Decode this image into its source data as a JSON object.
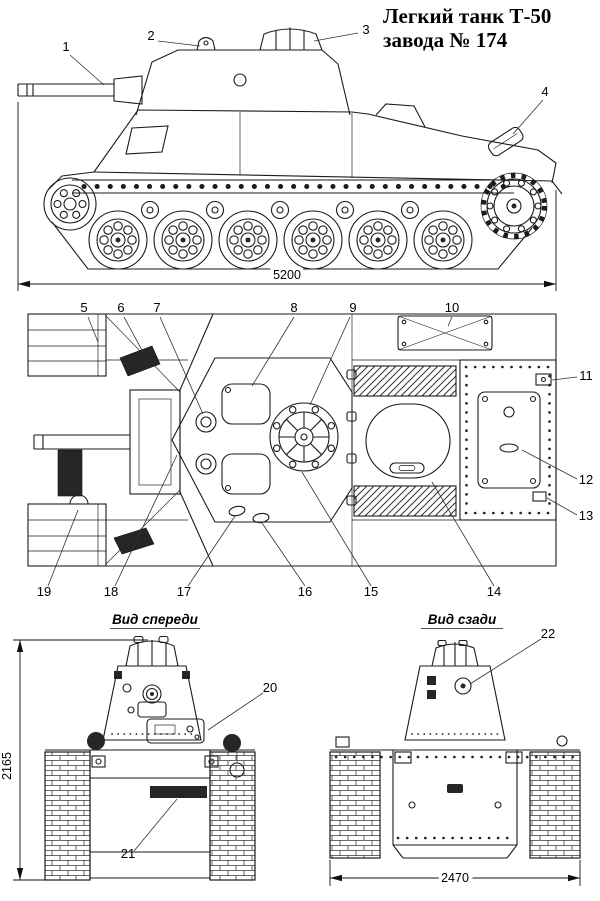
{
  "title": {
    "line1": "Легкий танк Т-50",
    "line2": "завода № 174"
  },
  "side_view": {
    "callouts": [
      "1",
      "2",
      "3",
      "4"
    ],
    "length_dimension": "5200"
  },
  "top_view": {
    "callouts": [
      "5",
      "6",
      "7",
      "8",
      "9",
      "10",
      "11",
      "12",
      "13",
      "14",
      "15",
      "16",
      "17",
      "18",
      "19"
    ]
  },
  "front_view": {
    "label": "Вид спереди",
    "callouts": [
      "20",
      "21"
    ],
    "height_dimension": "2165"
  },
  "rear_view": {
    "label": "Вид сзади",
    "callouts": [
      "22"
    ],
    "width_dimension": "2470"
  }
}
